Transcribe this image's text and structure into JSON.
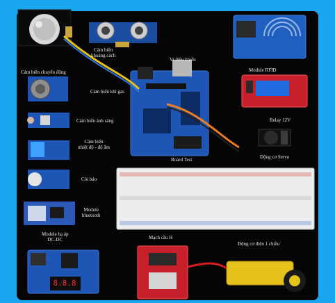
{
  "labels": {
    "distance_sensor": "Cảm biến\nkhoảng cách",
    "microcontroller": "Vi điều khiển",
    "rfid": "Module RFID",
    "motion_sensor": "Cảm biến chuyển động",
    "gas_sensor": "Cảm biến khí gas",
    "light_sensor": "Cảm biến ánh sáng",
    "temp_humidity": "Cảm biến\nnhiệt độ - độ ẩm",
    "relay": "Relay 12V",
    "servo": "Động cơ Servo",
    "board_test": "Board Test",
    "buzzer": "Còi báo",
    "bluetooth": "Module\nbluetooth",
    "dcdc": "Module hạ áp\nDC-DC",
    "motor_driver": "Mạch cầu H",
    "dc_motor": "Động cơ điện 1 chiều"
  },
  "display": {
    "digits": "8.8.8"
  },
  "colors": {
    "background": "#1aa7f0",
    "panel": "#050505",
    "pcb_blue": "#1f56b6",
    "pcb_red": "#c8202a",
    "wire_yellow": "#e8c21a",
    "wire_orange": "#ef7d22"
  }
}
